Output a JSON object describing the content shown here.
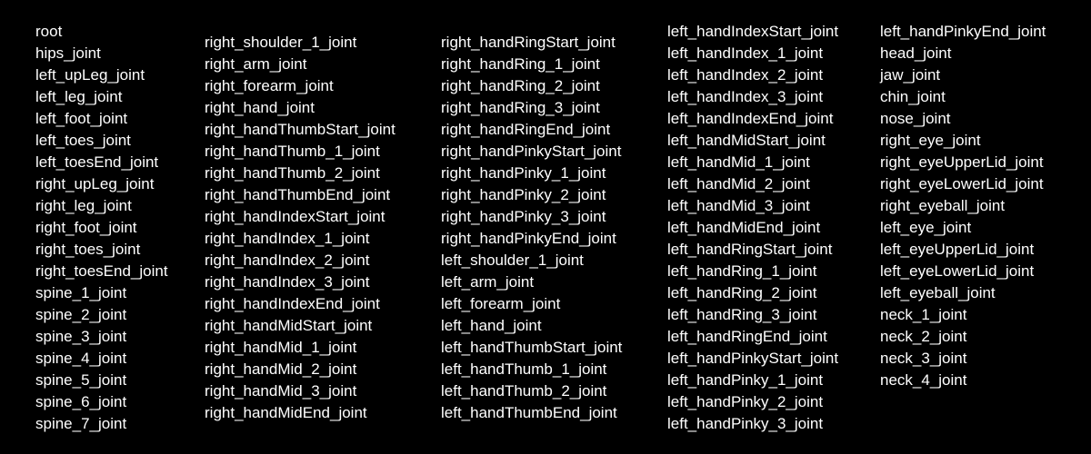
{
  "colors": {
    "background": "#000000",
    "text": "#ffffff"
  },
  "columns": [
    [
      "root",
      "hips_joint",
      "left_upLeg_joint",
      "left_leg_joint",
      "left_foot_joint",
      "left_toes_joint",
      "left_toesEnd_joint",
      "right_upLeg_joint",
      "right_leg_joint",
      "right_foot_joint",
      "right_toes_joint",
      "right_toesEnd_joint",
      "spine_1_joint",
      "spine_2_joint",
      "spine_3_joint",
      "spine_4_joint",
      "spine_5_joint",
      "spine_6_joint",
      "spine_7_joint"
    ],
    [
      "right_shoulder_1_joint",
      "right_arm_joint",
      "right_forearm_joint",
      "right_hand_joint",
      "right_handThumbStart_joint",
      "right_handThumb_1_joint",
      "right_handThumb_2_joint",
      "right_handThumbEnd_joint",
      "right_handIndexStart_joint",
      "right_handIndex_1_joint",
      "right_handIndex_2_joint",
      "right_handIndex_3_joint",
      "right_handIndexEnd_joint",
      "right_handMidStart_joint",
      "right_handMid_1_joint",
      "right_handMid_2_joint",
      "right_handMid_3_joint",
      "right_handMidEnd_joint"
    ],
    [
      "right_handRingStart_joint",
      "right_handRing_1_joint",
      "right_handRing_2_joint",
      "right_handRing_3_joint",
      "right_handRingEnd_joint",
      "right_handPinkyStart_joint",
      "right_handPinky_1_joint",
      "right_handPinky_2_joint",
      "right_handPinky_3_joint",
      "right_handPinkyEnd_joint",
      "left_shoulder_1_joint",
      "left_arm_joint",
      "left_forearm_joint",
      "left_hand_joint",
      "left_handThumbStart_joint",
      "left_handThumb_1_joint",
      "left_handThumb_2_joint",
      "left_handThumbEnd_joint"
    ],
    [
      "left_handIndexStart_joint",
      "left_handIndex_1_joint",
      "left_handIndex_2_joint",
      "left_handIndex_3_joint",
      "left_handIndexEnd_joint",
      "left_handMidStart_joint",
      "left_handMid_1_joint",
      "left_handMid_2_joint",
      "left_handMid_3_joint",
      "left_handMidEnd_joint",
      "left_handRingStart_joint",
      "left_handRing_1_joint",
      "left_handRing_2_joint",
      "left_handRing_3_joint",
      "left_handRingEnd_joint",
      "left_handPinkyStart_joint",
      "left_handPinky_1_joint",
      "left_handPinky_2_joint",
      "left_handPinky_3_joint"
    ],
    [
      "left_handPinkyEnd_joint",
      "head_joint",
      "jaw_joint",
      "chin_joint",
      "nose_joint",
      "right_eye_joint",
      "right_eyeUpperLid_joint",
      "right_eyeLowerLid_joint",
      "right_eyeball_joint",
      "left_eye_joint",
      "left_eyeUpperLid_joint",
      "left_eyeLowerLid_joint",
      "left_eyeball_joint",
      "neck_1_joint",
      "neck_2_joint",
      "neck_3_joint",
      "neck_4_joint"
    ]
  ]
}
